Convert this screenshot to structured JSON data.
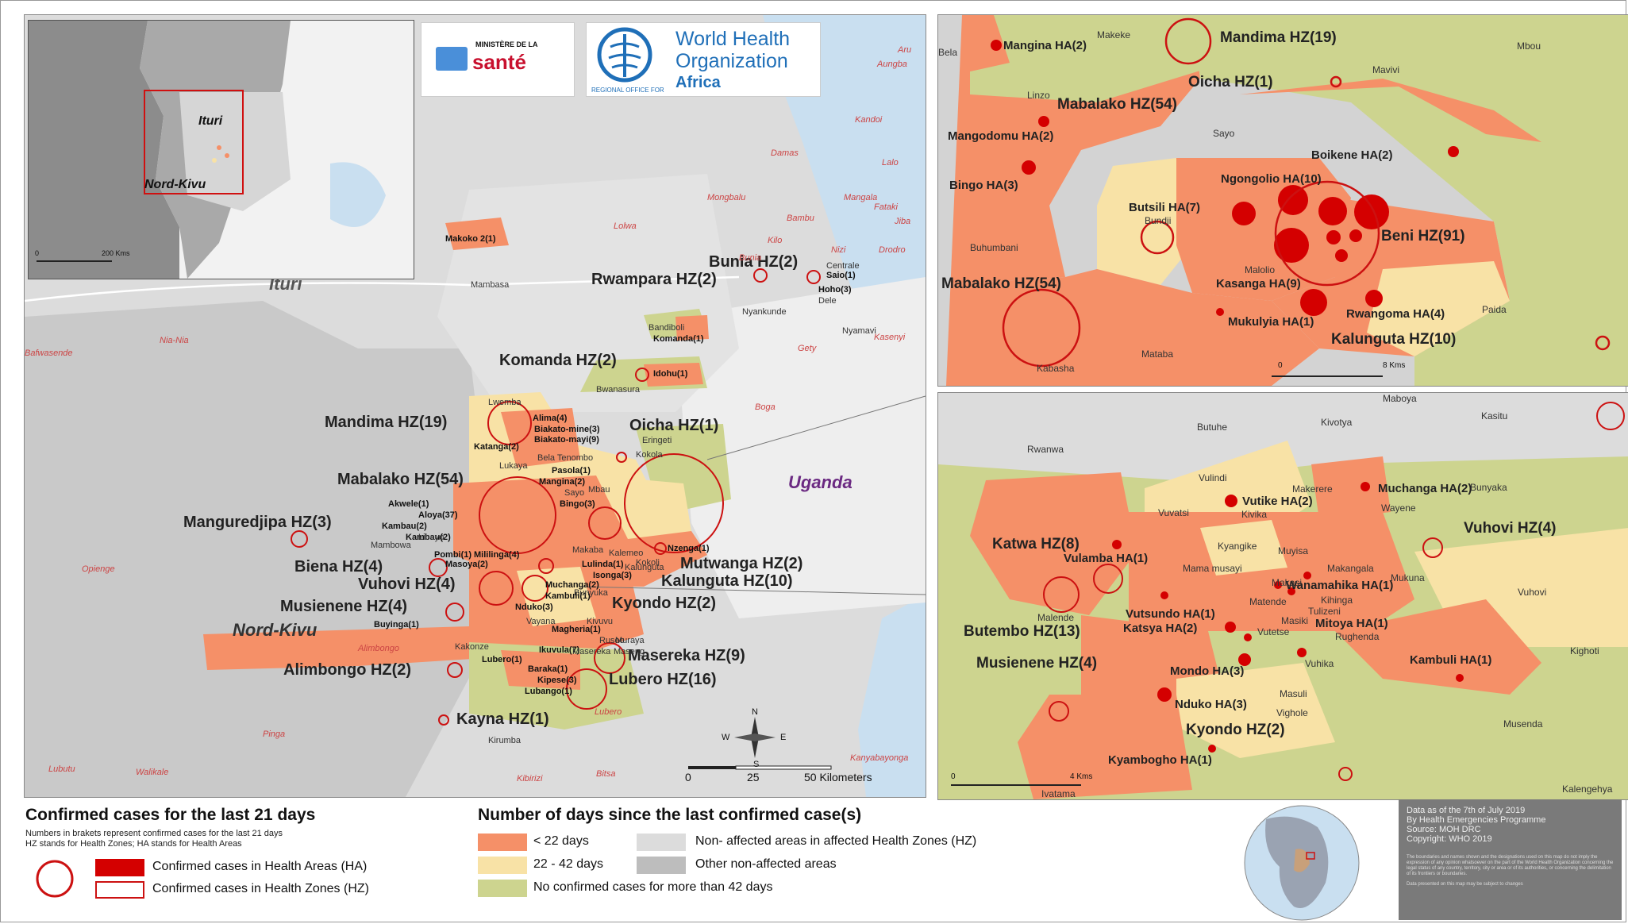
{
  "logos": {
    "ministry_top": "MINISTÈRE DE LA",
    "ministry_main": "santé",
    "who_line1": "World Health",
    "who_line2": "Organization",
    "who_sub": "REGIONAL OFFICE FOR",
    "who_region": "Africa"
  },
  "locator": {
    "ituri": "Ituri",
    "nord_kivu": "Nord-Kivu",
    "scale_zero": "0",
    "scale_end": "200 Kms"
  },
  "main_map": {
    "regions": {
      "ituri": "Ituri",
      "nord_kivu": "Nord-Kivu",
      "uganda": "Uganda"
    },
    "health_zones": [
      "Bunia HZ(2)",
      "Rwampara HZ(2)",
      "Komanda HZ(2)",
      "Mandima HZ(19)",
      "Oicha HZ(1)",
      "Mabalako HZ(54)",
      "Manguredjipa HZ(3)",
      "Biena HZ(4)",
      "Vuhovi HZ(4)",
      "Mutwanga HZ(2)",
      "Kalunguta HZ(10)",
      "Musienene HZ(4)",
      "Kyondo HZ(2)",
      "Masereka HZ(9)",
      "Alimbongo HZ(2)",
      "Lubero HZ(16)",
      "Kayna HZ(1)"
    ],
    "health_areas": [
      "Makoko 2(1)",
      "Saio(1)",
      "Hoho(3)",
      "Komanda(1)",
      "Idohu(1)",
      "Alima(4)",
      "Biakato-mine(3)",
      "Biakato-mayi(9)",
      "Katanga(2)",
      "Pasola(1)",
      "Mangina(2)",
      "Akwele(1)",
      "Aloya(37)",
      "Kambau(2)",
      "Bingo(3)",
      "Masoya(2)",
      "Nzenga(1)",
      "Lulinda(1)",
      "Isonga(3)",
      "Muchanga(2)",
      "Kambuli(1)",
      "Nduko(3)",
      "Magheria(1)",
      "Buyinga(1)",
      "Lubero(1)",
      "Baraka(1)",
      "Kipese(3)",
      "Lubango(1)",
      "Kambau(2)",
      "Ikuvula(7)",
      "Pombi(1)",
      "Mililinga(4)"
    ],
    "places": [
      "Mambasa",
      "Bandiboli",
      "Nyankunde",
      "Centrale",
      "Dele",
      "Nyamavi",
      "Bwanasura",
      "Lwemba",
      "Eringeti",
      "Kokola",
      "Bela Tenombo",
      "Lukaya",
      "Mbau",
      "Sayo",
      "Libayo",
      "Mambowa",
      "Kalemeo",
      "Kokoli",
      "Kakonze",
      "Kirumba",
      "Vayana",
      "Masereka",
      "Bunyuka",
      "Kalunguta",
      "Kivuvu",
      "Rusoo",
      "Makaba",
      "Muraya",
      "Maseng"
    ],
    "towns": [
      "Lolwa",
      "Bambu",
      "Nizi",
      "Drodro",
      "Kilo",
      "Damas",
      "Mongbalu",
      "Mangala",
      "Kandoi",
      "Nia-Nia",
      "Bafwasende",
      "Opienge",
      "Alimbongo",
      "Pinga",
      "Lubero",
      "Kibirizi",
      "Bitsa",
      "Walikale",
      "Lubutu",
      "Kanyabayonga",
      "Gety",
      "Boga",
      "Lalo",
      "Fataki",
      "Jiba",
      "Aru",
      "Aungba",
      "Bunia",
      "Kasenyi"
    ],
    "scale": {
      "zero": "0",
      "mid": "25",
      "end": "50 Kilometers"
    },
    "compass": {
      "n": "N",
      "s": "S",
      "e": "E",
      "w": "W"
    }
  },
  "inset_beni": {
    "health_zones": [
      "Mandima HZ(19)",
      "Oicha HZ(1)",
      "Mabalako HZ(54)",
      "Beni HZ(91)",
      "Kalunguta HZ(10)",
      "Mabalako HZ(54)"
    ],
    "health_areas": [
      "Mangina HA(2)",
      "Mangodomu HA(2)",
      "Bingo HA(3)",
      "Boikene HA(2)",
      "Ngongolio HA(10)",
      "Butsili HA(7)",
      "Kasanga HA(9)",
      "Rwangoma HA(4)",
      "Mukulyia HA(1)"
    ],
    "places": [
      "Bela",
      "Makeke",
      "Mbou",
      "Mavivi",
      "Linzo",
      "Sayo",
      "Bundji",
      "Buhumbani",
      "Malolio",
      "Paida",
      "Kabasha",
      "Mataba"
    ],
    "scale": {
      "zero": "0",
      "end": "8 Kms"
    }
  },
  "inset_butembo": {
    "health_zones": [
      "Katwa HZ(8)",
      "Vuhovi HZ(4)",
      "Butembo HZ(13)",
      "Musienene HZ(4)",
      "Kyondo HZ(2)"
    ],
    "health_areas": [
      "Muchanga HA(2)",
      "Vutike HA(2)",
      "Vulamba HA(1)",
      "Wanamahika HA(1)",
      "Vutsundo HA(1)",
      "Katsya HA(2)",
      "Mitoya HA(1)",
      "Kambuli HA(1)",
      "Mondo HA(3)",
      "Nduko HA(3)",
      "Kyambogho HA(1)"
    ],
    "places": [
      "Maboya",
      "Kasitu",
      "Butuhe",
      "Kivotya",
      "Rwanwa",
      "Vulindi",
      "Makerere",
      "Bunyaka",
      "Wayene",
      "Vuvatsi",
      "Kivika",
      "Kyangike",
      "Muyisa",
      "Mama musayi",
      "Makangala",
      "Mukuna",
      "Makasi",
      "Vuhovi",
      "Kihinga",
      "Matende",
      "Malende",
      "Tulizeni",
      "Masiki",
      "Rughenda",
      "Vutetse",
      "Kighoti",
      "Vuhika",
      "Masuli",
      "Vighole",
      "Musenda",
      "Kalengehya",
      "Ivatama"
    ],
    "scale": {
      "zero": "0",
      "end": "4 Kms"
    }
  },
  "legend": {
    "cases_title": "Confirmed cases for the last 21 days",
    "cases_note_1": "Numbers in brakets represent confirmed cases for the last 21 days",
    "cases_note_2": "HZ stands for Health Zones; HA stands for Health Areas",
    "ha_label": "Confirmed cases in Health Areas (HA)",
    "hz_label": "Confirmed cases in Health Zones (HZ)",
    "days_title": "Number of days since the last confirmed case(s)",
    "lt22": "< 22 days",
    "d22_42": "22 - 42 days",
    "gt42": "No confirmed cases for more than 42 days",
    "non_affected": "Non- affected areas in affected Health Zones (HZ)",
    "other": "Other non-affected areas"
  },
  "info": {
    "line1": "Data as of the 7th of July 2019",
    "line2": "By Health Emergencies Programme",
    "line3": "Source: MOH DRC",
    "line4": "Copyright: WHO 2019",
    "disclaimer": "The boundaries and names shown and the designations used on this map do not imply the expression of any opinion whatsoever on the part of the World Health Organization concerning the legal status of any country, territory, city or area or of its authorities, or concerning the delimitation of its frontiers or boundaries.",
    "footnote": "Data presented on this map may be subject to changes"
  },
  "colors": {
    "lt22": "#f59068",
    "d22_42": "#f8e2a6",
    "gt42": "#cdd48f",
    "non_affected": "#dcdcdc",
    "other": "#bdbdbd",
    "case_red": "#d40000",
    "circle_red": "#cc1111",
    "lake": "#c9dff0"
  }
}
